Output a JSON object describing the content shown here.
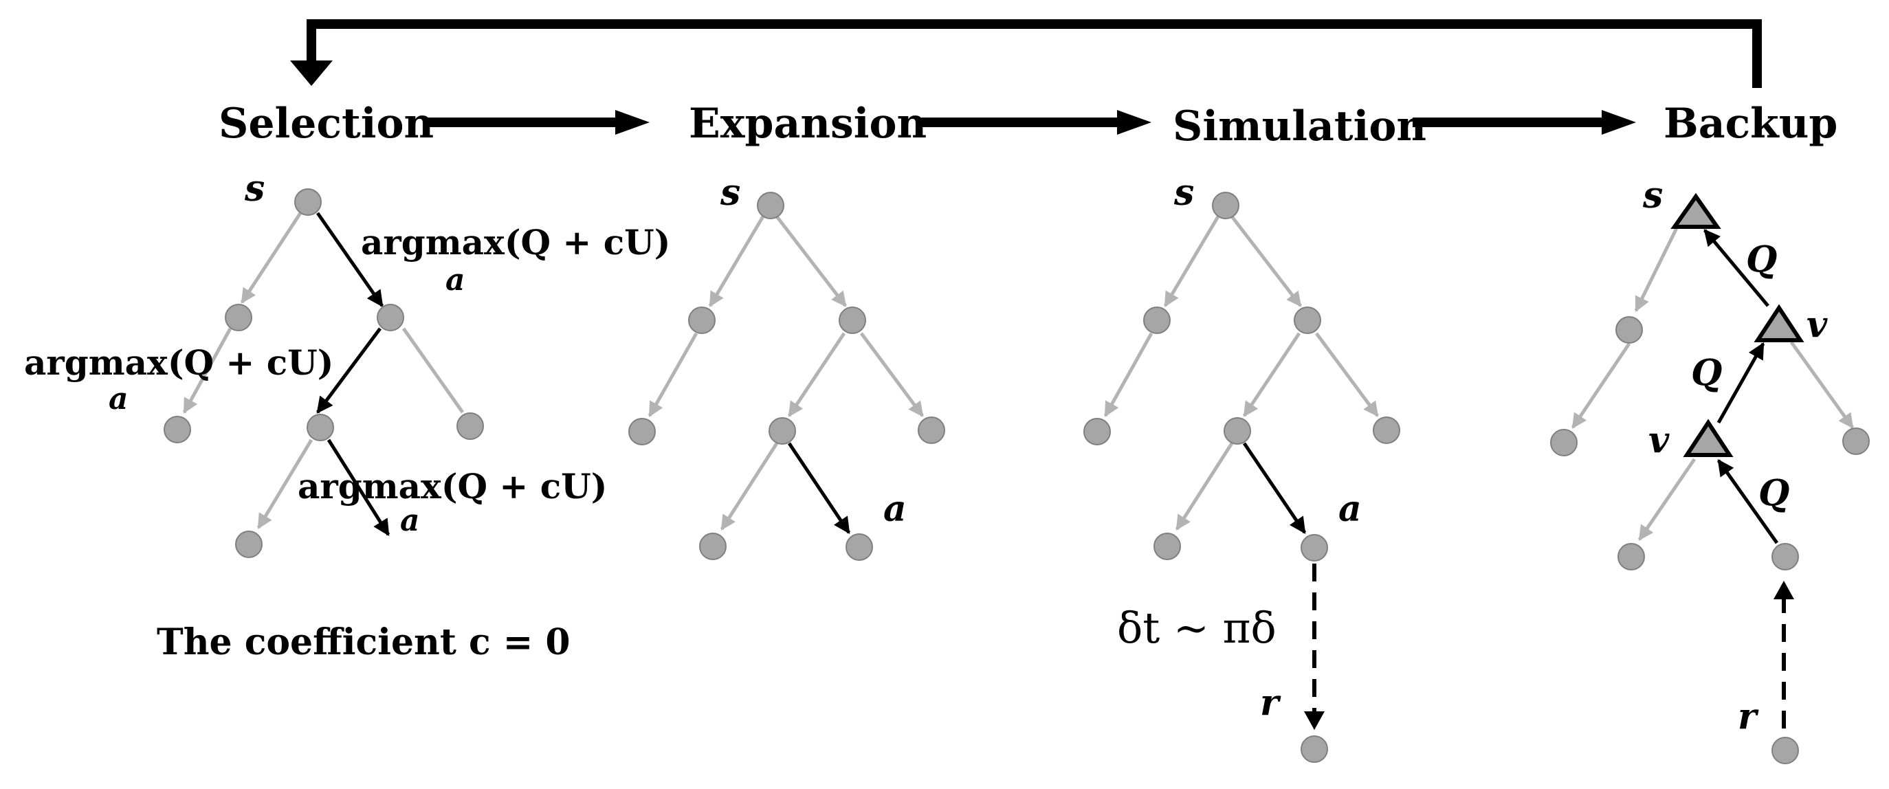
{
  "stages": [
    {
      "name": "Selection"
    },
    {
      "name": "Expansion"
    },
    {
      "name": "Simulation"
    },
    {
      "name": "Backup"
    }
  ],
  "symbols": {
    "state": "s",
    "action": "a",
    "reward": "r",
    "value": "v",
    "q_value": "Q"
  },
  "formula": {
    "main": "argmax(Q + cU)",
    "subscript": "a"
  },
  "selection_note": "The coefficient c = 0",
  "simulation_policy": "δt ~ πδ",
  "colors": {
    "node_fill": "#a6a6a6",
    "gray_edge": "#b3b3b3",
    "active_edge": "#000000"
  }
}
